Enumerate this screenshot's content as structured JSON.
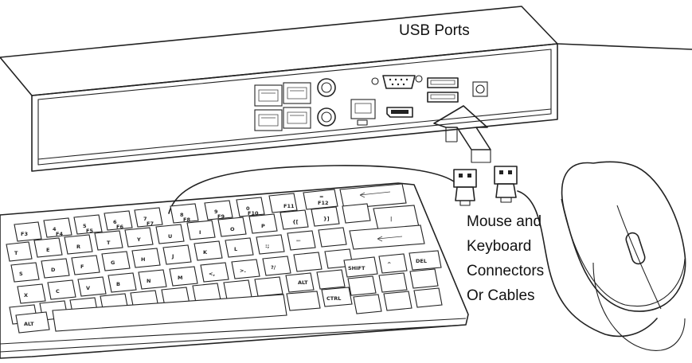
{
  "labels": {
    "usb_ports": "USB Ports",
    "connectors": [
      "Mouse and",
      "Keyboard",
      "Connectors",
      "Or Cables"
    ]
  },
  "icons": {
    "recorder": "nvr-rear-panel",
    "arrow": "insert-arrow-icon",
    "keyboard": "keyboard-icon",
    "mouse": "mouse-icon",
    "plugs": "usb-plug-icon"
  }
}
